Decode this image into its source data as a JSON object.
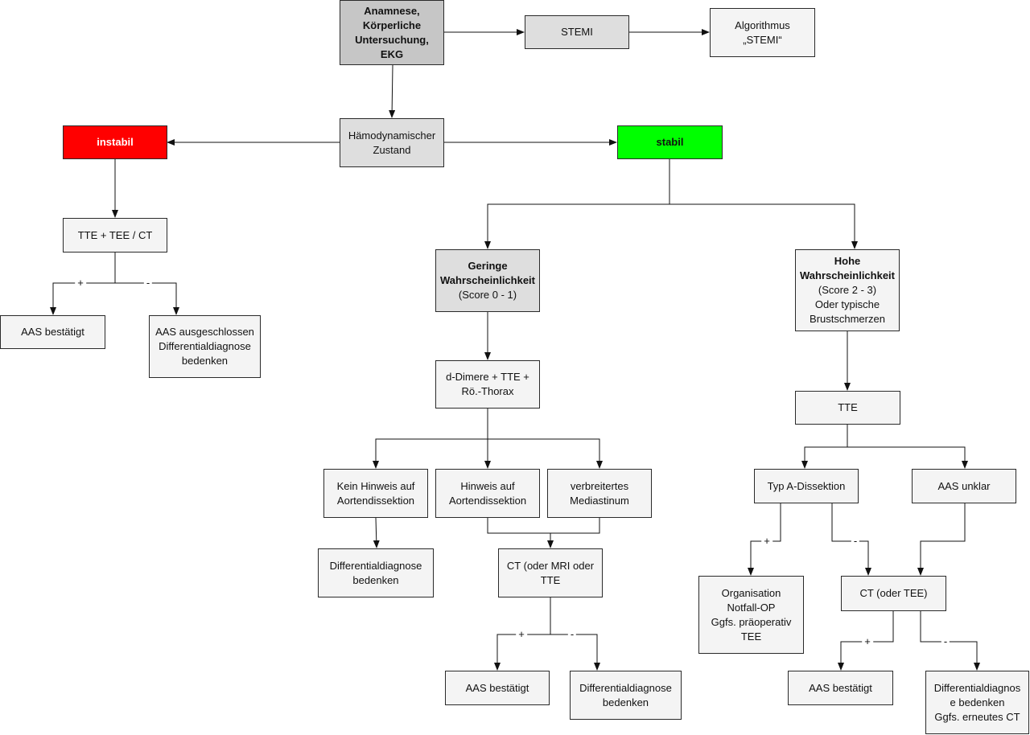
{
  "nodes": {
    "anamnese": [
      {
        "t": "Anamnese,",
        "b": true
      },
      {
        "t": "Körperliche",
        "b": true
      },
      {
        "t": "Untersuchung,",
        "b": true
      },
      {
        "t": "EKG",
        "b": true
      }
    ],
    "stemi": [
      {
        "t": "STEMI"
      }
    ],
    "algo_stemi": [
      {
        "t": "Algorithmus"
      },
      {
        "t": "„STEMI“"
      }
    ],
    "haemo": [
      {
        "t": "Hämodynamischer"
      },
      {
        "t": "Zustand"
      }
    ],
    "instabil": [
      {
        "t": "instabil",
        "b": true
      }
    ],
    "stabil": [
      {
        "t": "stabil",
        "b": true
      }
    ],
    "tte_tee_ct": [
      {
        "t": "TTE + TEE / CT"
      }
    ],
    "aas_bestaetigt_1": [
      {
        "t": "AAS bestätigt"
      }
    ],
    "aas_ausgeschlossen": [
      {
        "t": "AAS ausgeschlossen"
      },
      {
        "t": "Differentialdiagnose"
      },
      {
        "t": "bedenken"
      }
    ],
    "geringe": [
      {
        "t": "Geringe",
        "b": true
      },
      {
        "t": "Wahrscheinlichkeit",
        "b": true
      },
      {
        "t": "(Score 0 - 1)"
      }
    ],
    "hohe": [
      {
        "t": "Hohe",
        "b": true
      },
      {
        "t": "Wahrscheinlichkeit",
        "b": true
      },
      {
        "t": "(Score 2 - 3)"
      },
      {
        "t": "Oder typische"
      },
      {
        "t": "Brustschmerzen"
      }
    ],
    "ddimere": [
      {
        "t": "d-Dimere + TTE +"
      },
      {
        "t": "Rö.-Thorax"
      }
    ],
    "kein_hinweis": [
      {
        "t": "Kein Hinweis auf"
      },
      {
        "t": "Aortendissektion"
      }
    ],
    "hinweis": [
      {
        "t": "Hinweis auf"
      },
      {
        "t": "Aortendissektion"
      }
    ],
    "verbreitert": [
      {
        "t": "verbreitertes"
      },
      {
        "t": "Mediastinum"
      }
    ],
    "diff_1": [
      {
        "t": "Differentialdiagnose"
      },
      {
        "t": "bedenken"
      }
    ],
    "ct_mri": [
      {
        "t": "CT (oder MRI oder"
      },
      {
        "t": "TTE"
      }
    ],
    "aas_bestaetigt_2": [
      {
        "t": "AAS bestätigt"
      }
    ],
    "diff_2": [
      {
        "t": "Differentialdiagnose"
      },
      {
        "t": "bedenken"
      }
    ],
    "tte": [
      {
        "t": "TTE"
      }
    ],
    "typ_a": [
      {
        "t": "Typ A-Dissektion"
      }
    ],
    "aas_unklar": [
      {
        "t": "AAS unklar"
      }
    ],
    "organisation": [
      {
        "t": "Organisation"
      },
      {
        "t": "Notfall-OP"
      },
      {
        "t": "Ggfs. präoperativ"
      },
      {
        "t": "TEE"
      }
    ],
    "ct_tee": [
      {
        "t": "CT (oder TEE)"
      }
    ],
    "aas_bestaetigt_3": [
      {
        "t": "AAS bestätigt"
      }
    ],
    "diff_3": [
      {
        "t": "Differentialdiagnos"
      },
      {
        "t": "e bedenken"
      },
      {
        "t": "Ggfs. erneutes CT"
      }
    ]
  },
  "edge_labels": {
    "plus": "+",
    "minus": "-"
  },
  "colors": {
    "instabil": "#ff0000",
    "stabil": "#00ff00",
    "start": "#c6c6c6"
  }
}
